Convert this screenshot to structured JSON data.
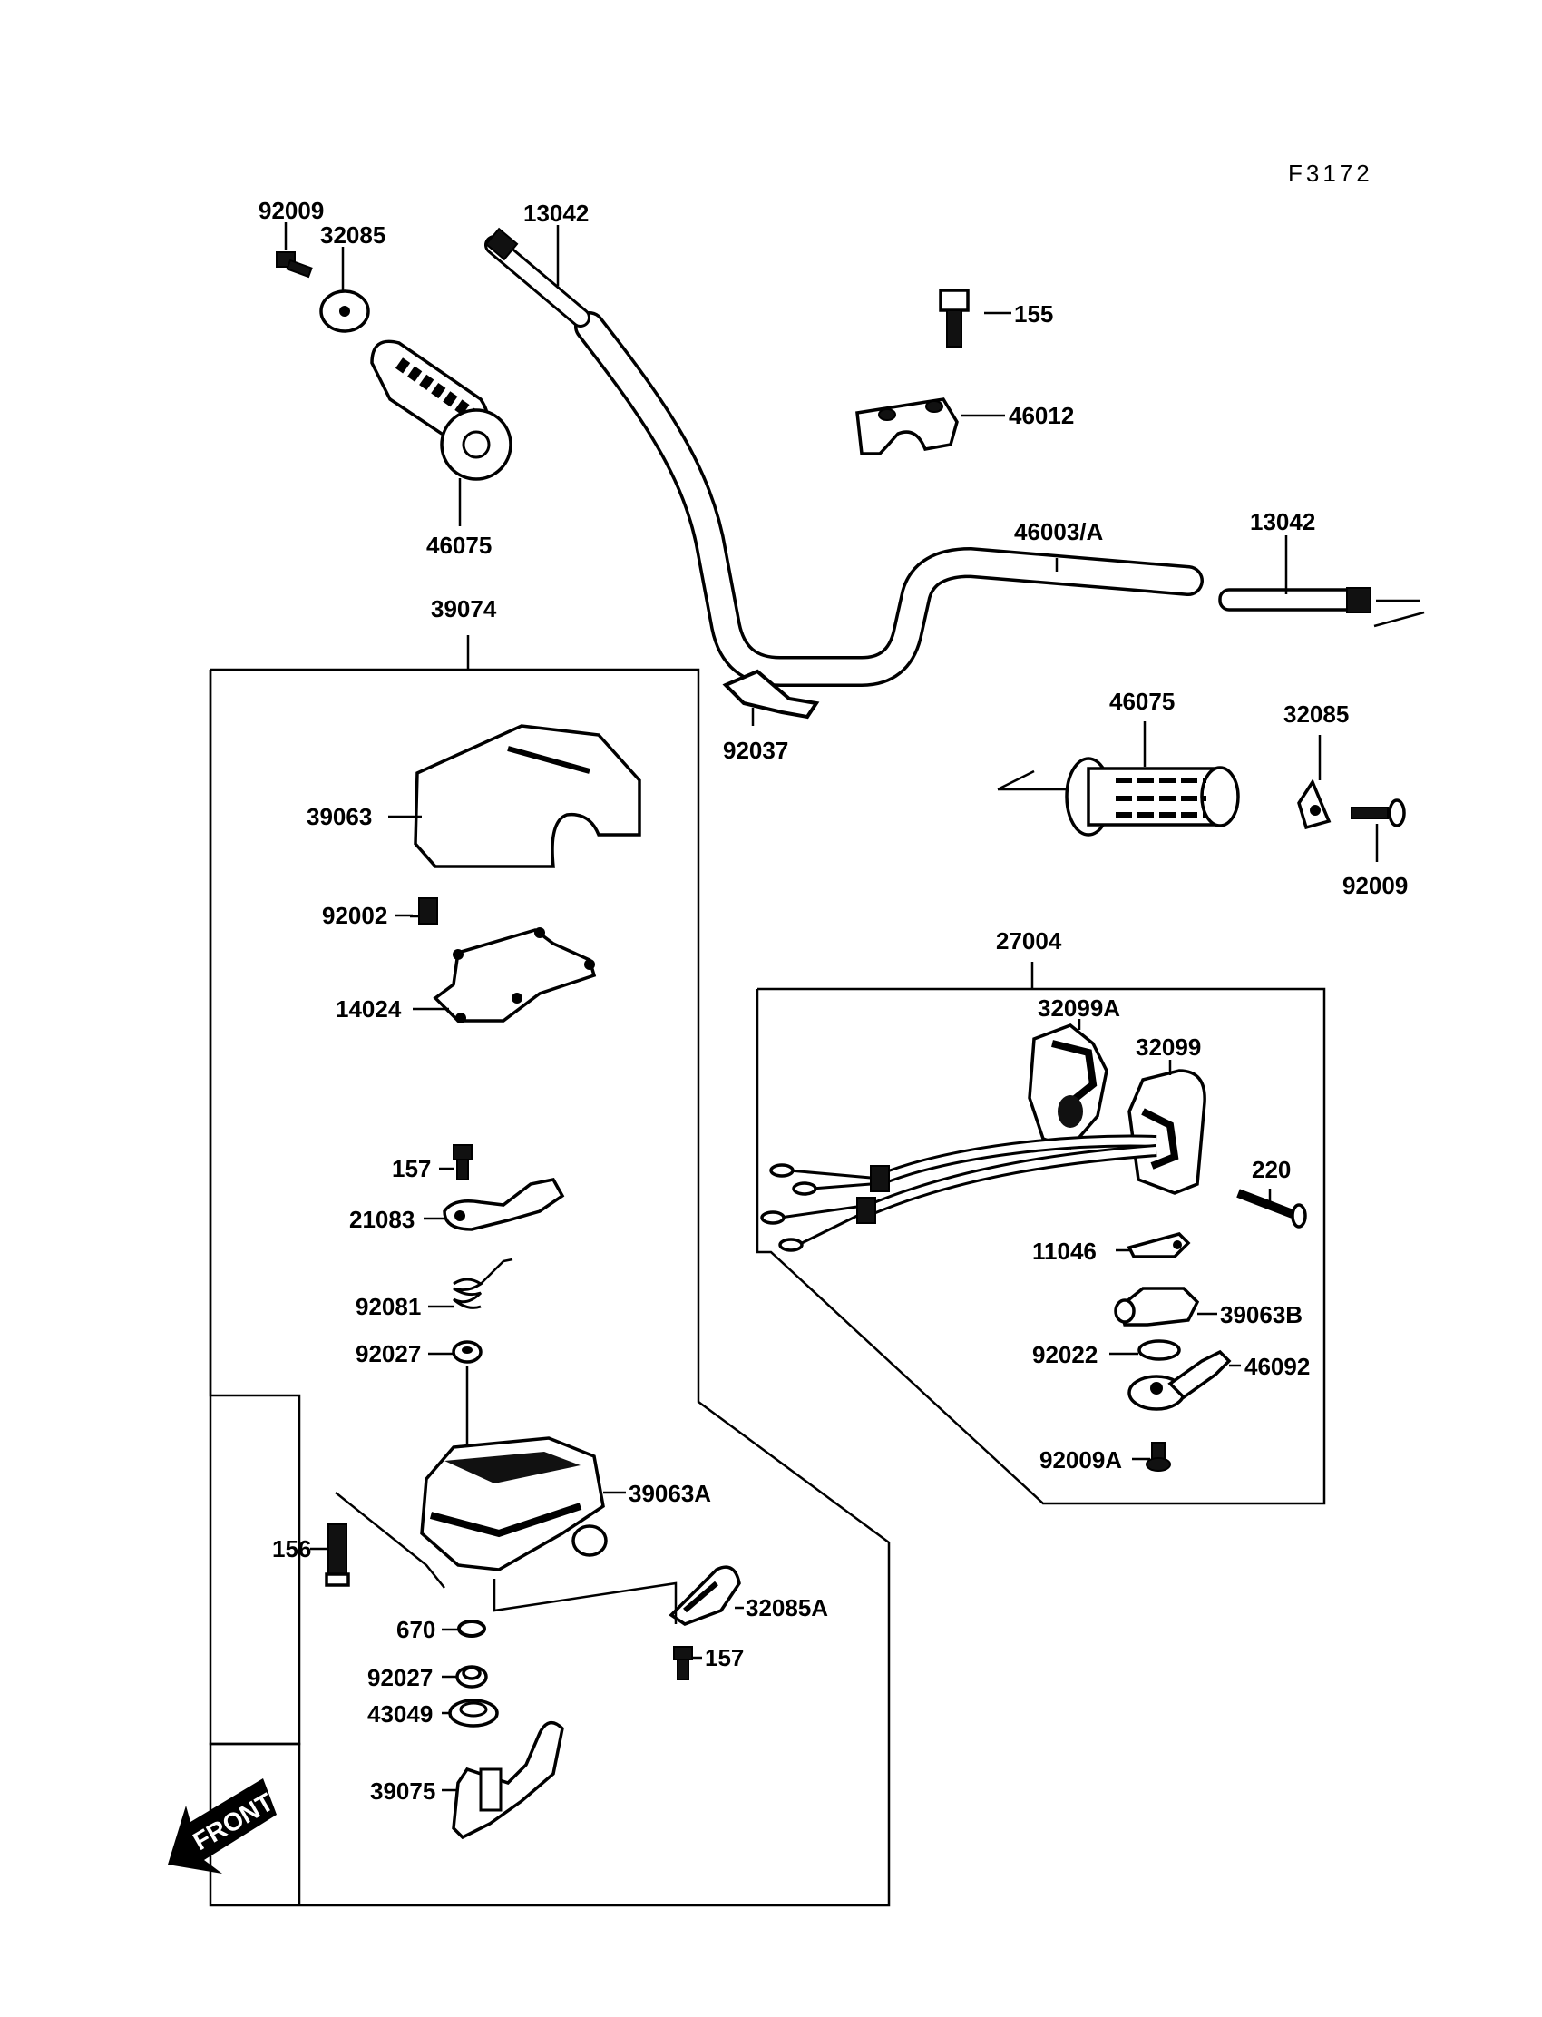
{
  "figure_code": "F3172",
  "front_label": "FRONT",
  "labels": {
    "p92009_a": "92009",
    "p32085_a": "32085",
    "p13042_a": "13042",
    "p155": "155",
    "p46012": "46012",
    "p46075_a": "46075",
    "p46003": "46003/A",
    "p13042_b": "13042",
    "p39074": "39074",
    "p92037": "92037",
    "p46075_b": "46075",
    "p32085_b": "32085",
    "p92009_b": "92009",
    "p39063": "39063",
    "p92002": "92002",
    "p14024": "14024",
    "p27004": "27004",
    "p32099A": "32099A",
    "p32099": "32099",
    "p220": "220",
    "p157_a": "157",
    "p21083": "21083",
    "p11046": "11046",
    "p39063B": "39063B",
    "p92081": "92081",
    "p92022": "92022",
    "p46092": "46092",
    "p92027_a": "92027",
    "p92009A": "92009A",
    "p39063A": "39063A",
    "p156": "156",
    "p32085A": "32085A",
    "p670": "670",
    "p157_b": "157",
    "p92027_b": "92027",
    "p43049": "43049",
    "p39075": "39075"
  }
}
